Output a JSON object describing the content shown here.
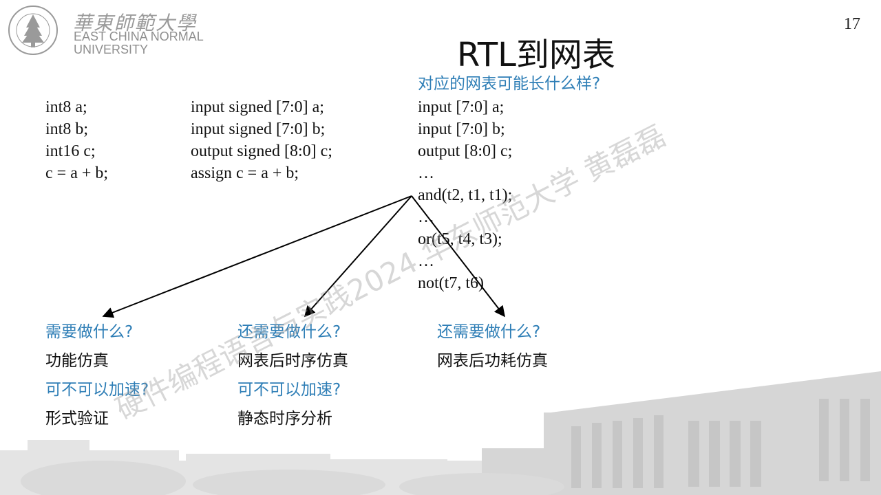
{
  "header": {
    "logo_cn": "華東師範大學",
    "logo_en_line1": "EAST CHINA NORMAL",
    "logo_en_line2": "UNIVERSITY",
    "page_number": "17"
  },
  "title": "RTL到网表",
  "code": {
    "col1": [
      "int8 a;",
      "int8 b;",
      "int16 c;",
      "c = a + b;"
    ],
    "col2": [
      "input signed [7:0] a;",
      "input signed [7:0] b;",
      "output signed [8:0] c;",
      "assign c = a + b;"
    ],
    "col3_question": "对应的网表可能长什么样?",
    "col3": [
      "input [7:0] a;",
      "input [7:0] b;",
      "output [8:0] c;",
      "…",
      "and(t2, t1, t1);",
      "…",
      "or(t5, t4, t3);",
      "…",
      "not(t7, t6)"
    ]
  },
  "bottom": {
    "col1": {
      "q1": "需要做什么?",
      "a1": "功能仿真",
      "q2": "可不可以加速?",
      "a2": "形式验证"
    },
    "col2": {
      "q1": "还需要做什么?",
      "a1": "网表后时序仿真",
      "q2": "可不可以加速?",
      "a2": "静态时序分析"
    },
    "col3": {
      "q1": "还需要做什么?",
      "a1": "网表后功耗仿真"
    }
  },
  "watermark": "硬件编程语言与实践2024 华东师范大学 黄磊磊",
  "colors": {
    "accent_blue": "#2E7EB6",
    "text": "#111111",
    "logo_gray": "#9a9a9a"
  }
}
